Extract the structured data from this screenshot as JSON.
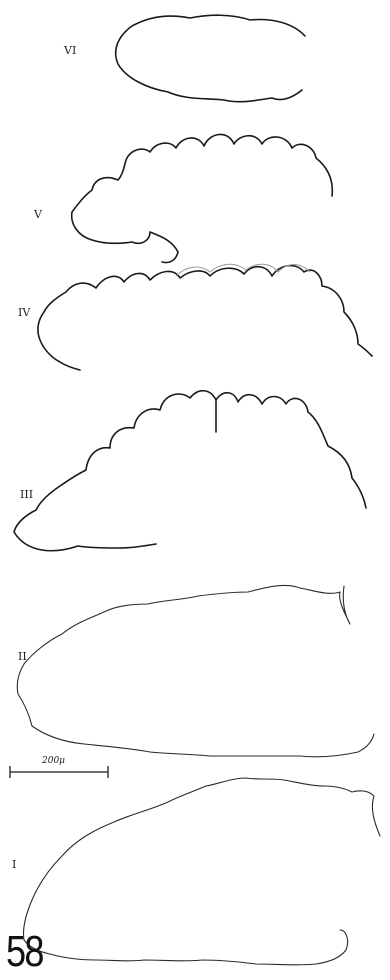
{
  "figure": {
    "stage_labels": [
      "VI",
      "V",
      "IV",
      "III",
      "II",
      "I"
    ],
    "scale_bar_label": "200μ",
    "plate_number": "58"
  }
}
